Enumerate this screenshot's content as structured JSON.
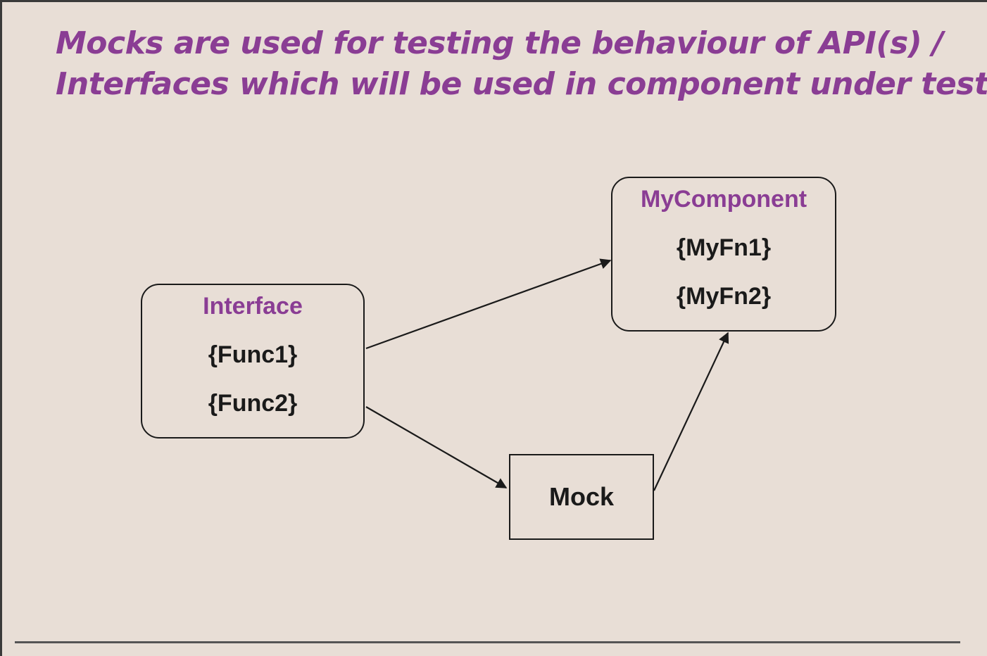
{
  "slide": {
    "title_lines": [
      "Mocks are used for testing the behaviour of API(s) /",
      "Interfaces which will be used in component under test."
    ]
  },
  "diagram": {
    "interface": {
      "heading": "Interface",
      "items": [
        "{Func1}",
        "{Func2}"
      ]
    },
    "mycomponent": {
      "heading": "MyComponent",
      "items": [
        "{MyFn1}",
        "{MyFn2}"
      ]
    },
    "mock": {
      "label": "Mock"
    },
    "edges": [
      {
        "from": "Interface",
        "to": "MyComponent"
      },
      {
        "from": "Interface",
        "to": "Mock"
      },
      {
        "from": "Mock",
        "to": "MyComponent"
      }
    ]
  },
  "colors": {
    "background": "#e8ded6",
    "title": "#8a3d94",
    "heading": "#8a3d94",
    "text": "#1a1a1a",
    "border": "#1a1a1a"
  }
}
